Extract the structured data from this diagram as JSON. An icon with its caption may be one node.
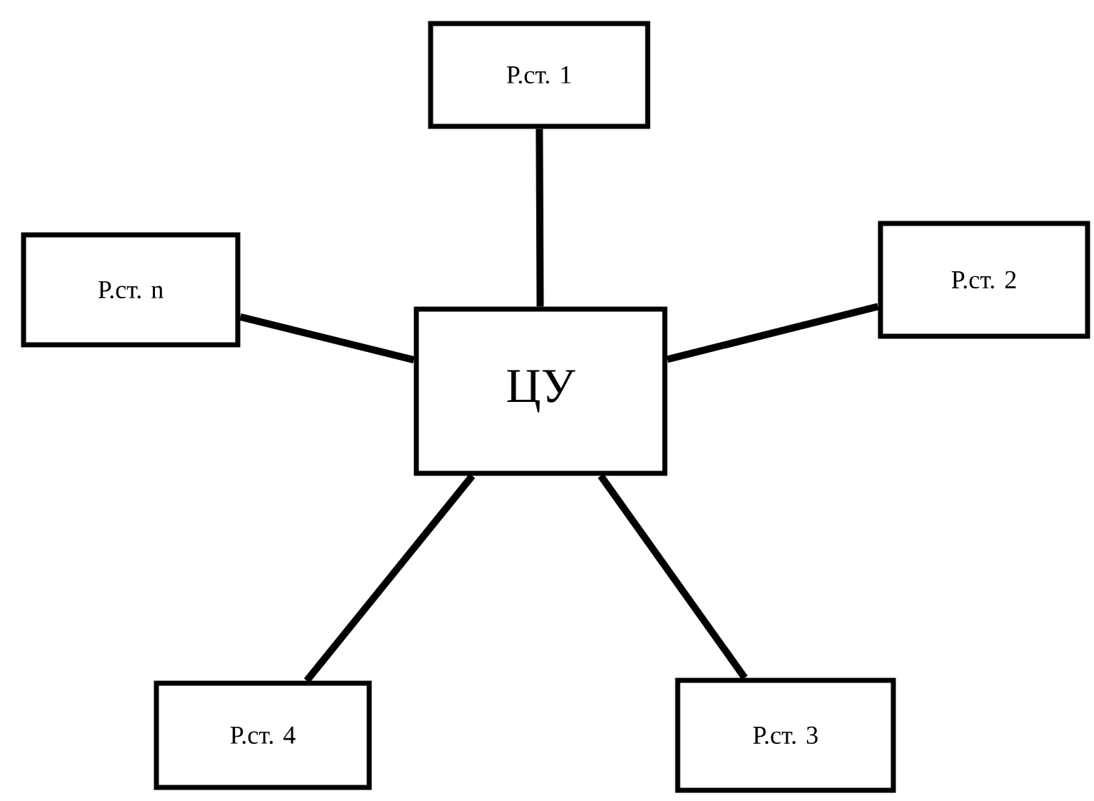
{
  "diagram": {
    "nodes": [
      {
        "text": [
          "Р.ст. 1"
        ]
      },
      {
        "text": [
          "Р.ст. n"
        ]
      },
      {
        "text": [
          "ЦУ"
        ]
      },
      {
        "text": [
          "Р.ст. 2"
        ]
      },
      {
        "text": [
          "Р.ст. 4"
        ]
      },
      {
        "text": [
          "Р.ст. 3"
        ]
      }
    ],
    "edges": [
      {
        "from": 2,
        "to": 0,
        "arrow": "none"
      },
      {
        "from": 2,
        "to": 1,
        "arrow": "none"
      },
      {
        "from": 2,
        "to": 3,
        "arrow": "none"
      },
      {
        "from": 2,
        "to": 4,
        "arrow": "none"
      },
      {
        "from": 2,
        "to": 5,
        "arrow": "none"
      }
    ]
  }
}
